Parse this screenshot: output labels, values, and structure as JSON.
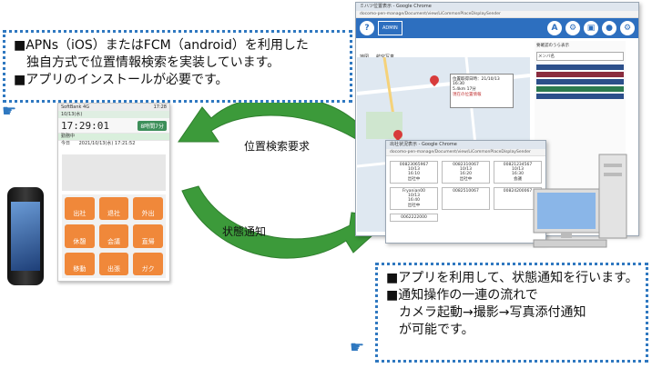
{
  "callout_top": {
    "lines": [
      "■APNs（iOS）またはFCM（android）を利用した",
      "　独自方式で位置情報検索を実装しています。",
      "■アプリのインストールが必要です。"
    ]
  },
  "callout_bottom": {
    "lines": [
      "■アプリを利用して、状態通知を行います。",
      "■通知操作の一連の流れで",
      "　カメラ起動→撮影→写真添付通知",
      "　が可能です。"
    ]
  },
  "arrows": {
    "top_label": "位置検索要求",
    "bottom_label": "状態通知",
    "color": "#3c9a3a"
  },
  "app": {
    "status_left": "SoftBank 4G",
    "status_time": "17:28",
    "date_header": "10/13(水)",
    "clock": "17:29:01",
    "hours_badge": "8時間7分",
    "row1": "勤務中",
    "row2_label": "今日",
    "row2_value": "2021/10/13(水) 17:21:52",
    "tiles": [
      "出社",
      "退社",
      "外出",
      "休憩",
      "会議",
      "直帰",
      "移動",
      "出張",
      "ガク"
    ]
  },
  "browser_main": {
    "title": "ミハツ位置表示 - Google Chrome",
    "url": "docomo-pen-manage/Document/view/LiCommonPlaceDisplaySender",
    "logo": "ADMIN",
    "toolbar_icons": [
      "?",
      "A",
      "⚙",
      "▣",
      "●",
      "⚙"
    ],
    "map_tabs": [
      "地図",
      "航空写真"
    ],
    "popup_lines": [
      "位置取得日時：21/10/13 16:30",
      "5.4km 17分",
      "現在の位置情報"
    ],
    "side_title": "要確認のうら表示",
    "side_select": "メンバ名"
  },
  "browser_popup": {
    "title": "出社状況表示 - Google Chrome",
    "url": "docomo-pen-manage/Document/view/LiCommonPlaceDisplaySender",
    "cards": [
      {
        "id": "00823065967",
        "date": "10/13",
        "time": "16:10",
        "status": "出社中"
      },
      {
        "id": "0082310067",
        "date": "10/13",
        "time": "16:20",
        "status": "出社中"
      },
      {
        "id": "00821234567",
        "date": "10/13",
        "time": "16:30",
        "status": "会議"
      },
      {
        "id": "Fryanian00",
        "date": "10/13",
        "time": "16:40",
        "status": "出社中"
      },
      {
        "id": "0082510067",
        "date": "",
        "time": "",
        "status": ""
      },
      {
        "id": "00824200067",
        "date": "",
        "time": "",
        "status": ""
      },
      {
        "id": "0062222000",
        "date": "",
        "time": "",
        "status": ""
      }
    ]
  }
}
